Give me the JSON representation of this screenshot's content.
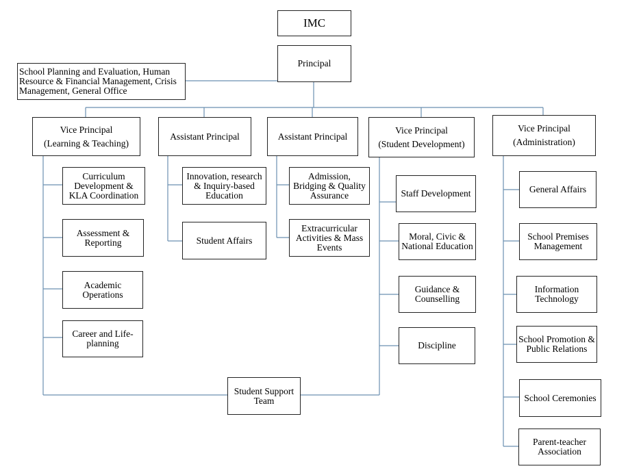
{
  "chart": {
    "imc": "IMC",
    "principal": "Principal",
    "principal_office": "School Planning and Evaluation, Human\nResource & Financial Management, Crisis\nManagement, General Office",
    "vp_learning": "Vice Principal\n(Learning & Teaching)",
    "ap_1": "Assistant Principal",
    "ap_2": "Assistant Principal",
    "vp_student": "Vice Principal\n(Student Development)",
    "vp_admin": "Vice Principal\n(Administration)",
    "curriculum": "Curriculum\nDevelopment &\nKLA Coordination",
    "assessment": "Assessment &\nReporting",
    "academic": "Academic\nOperations",
    "career": "Career and Life-\nplanning",
    "innovation": "Innovation, research\n& Inquiry-based\nEducation",
    "student_affairs": "Student Affairs",
    "admission": "Admission,\nBridging & Quality\nAssurance",
    "extracurricular": "Extracurricular\nActivities & Mass\nEvents",
    "staff_dev": "Staff Development",
    "moral": "Moral, Civic &\nNational Education",
    "guidance": "Guidance &\nCounselling",
    "discipline": "Discipline",
    "general_affairs": "General Affairs",
    "premises": "School Premises\nManagement",
    "it": "Information\nTechnology",
    "promotion": "School Promotion &\nPublic Relations",
    "ceremonies": "School Ceremonies",
    "pta": "Parent-teacher\nAssociation",
    "support_team": "Student Support\nTeam"
  },
  "colors": {
    "line": "#6a8fb0",
    "border": "#222222"
  }
}
